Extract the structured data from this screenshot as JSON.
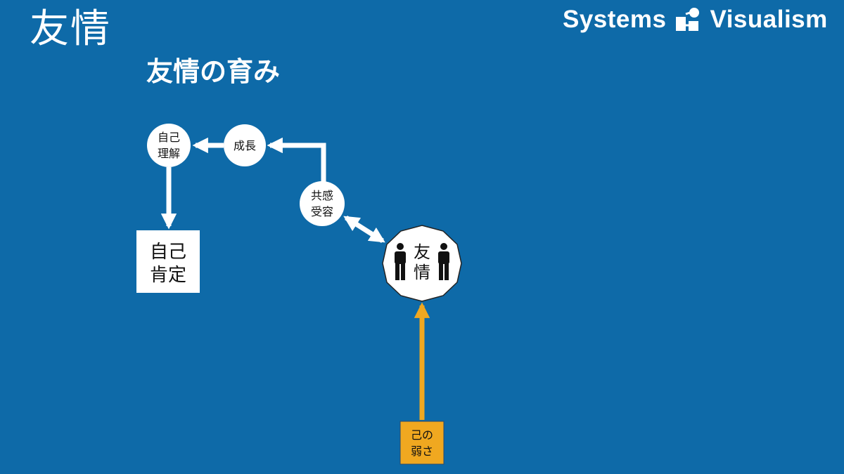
{
  "slide": {
    "title": "友情",
    "subtitle": "友情の育み"
  },
  "brand": {
    "word1": "Systems",
    "word2": "Visualism",
    "logo_icon": "systems-visualism-logo-icon"
  },
  "diagram": {
    "nodes": {
      "self_understanding": {
        "line1": "自己",
        "line2": "理解"
      },
      "growth": {
        "line1": "成長"
      },
      "empathy": {
        "line1": "共感",
        "line2": "受容"
      },
      "friendship": {
        "line1": "友",
        "line2": "情",
        "icon": "two-people-icon"
      },
      "self_affirmation": {
        "line1": "自己",
        "line2": "肯定"
      },
      "weakness": {
        "line1": "己の",
        "line2": "弱さ"
      }
    },
    "colors": {
      "background": "#0e6aa8",
      "node_fill": "#ffffff",
      "arrow": "#ffffff",
      "weakness_fill": "#f0a820",
      "weakness_arrow": "#f0a820"
    }
  }
}
